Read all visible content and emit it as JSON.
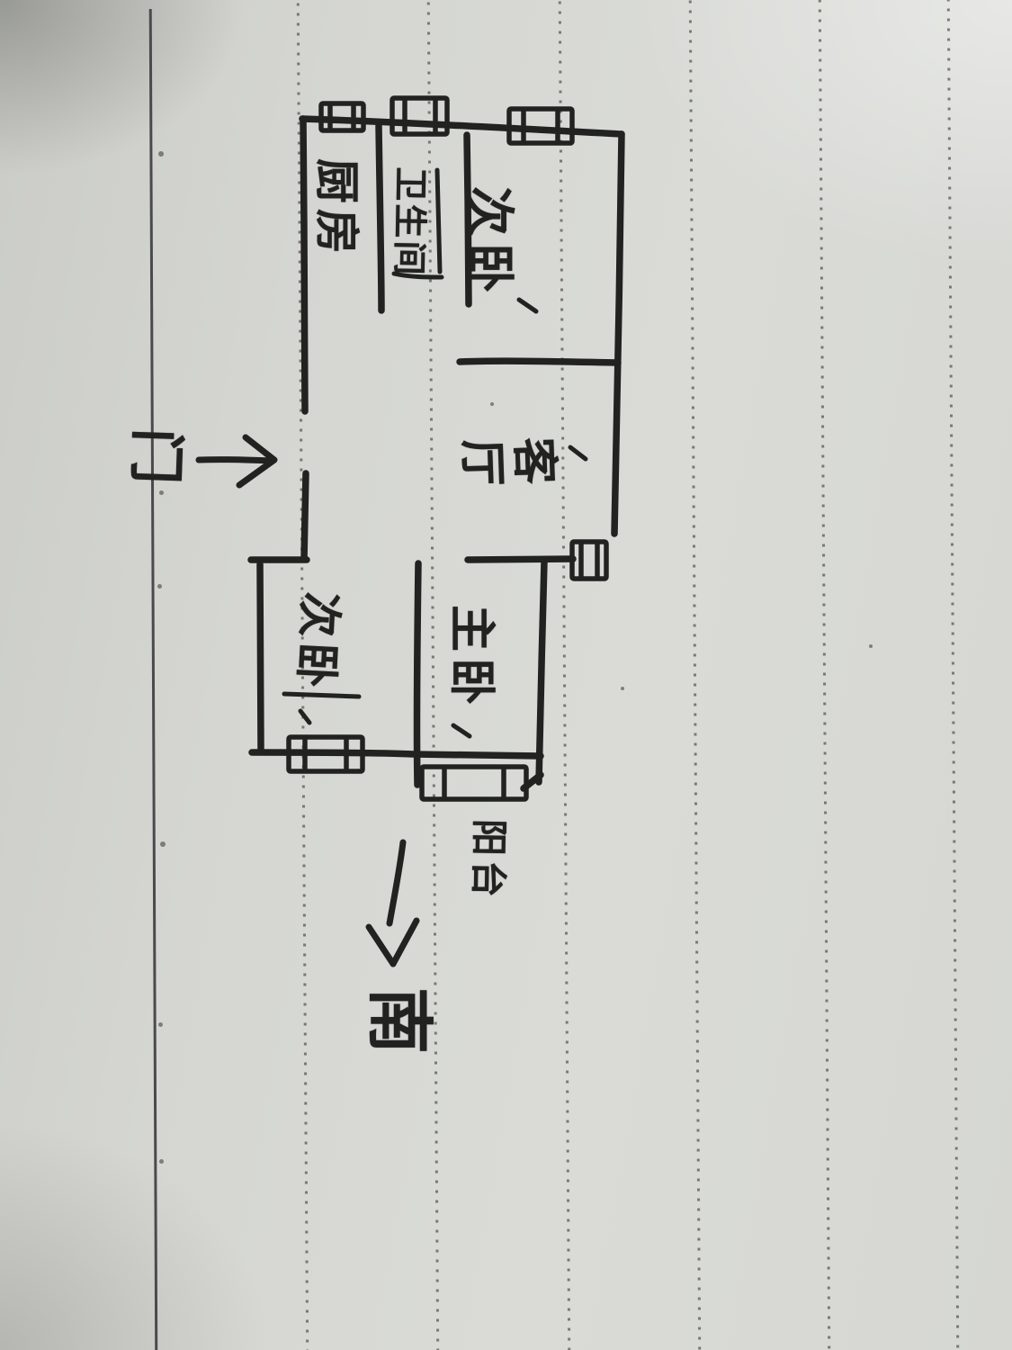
{
  "floor_plan": {
    "rooms": [
      {
        "id": "kitchen",
        "label": "厨房"
      },
      {
        "id": "bathroom",
        "label": "卫生间"
      },
      {
        "id": "bedroom-north",
        "label": "次卧"
      },
      {
        "id": "living-room",
        "label": "客厅"
      },
      {
        "id": "bedroom-southwest",
        "label": "次卧"
      },
      {
        "id": "master-bedroom",
        "label": "主卧"
      },
      {
        "id": "balcony",
        "label": "阳台"
      }
    ],
    "annotations": {
      "entrance": {
        "label": "门"
      },
      "south": {
        "label": "南"
      }
    }
  },
  "colors": {
    "paper": "#d5d6d2",
    "ink": "#222220",
    "rule_dots": "#58584f",
    "margin_line": "#4a4a4e"
  }
}
